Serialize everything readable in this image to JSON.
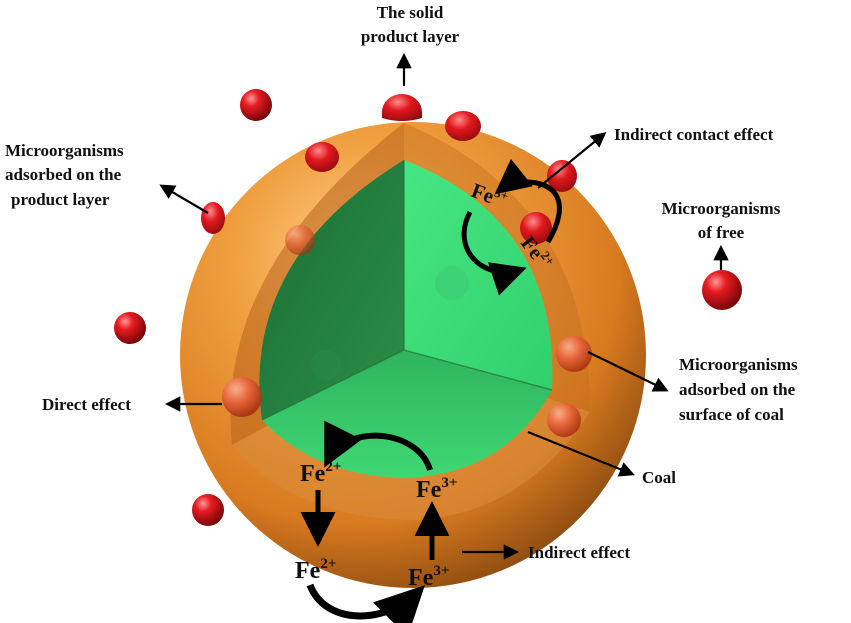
{
  "labels": {
    "solid_product_layer": [
      "The solid",
      "product layer"
    ],
    "indirect_contact_effect": "Indirect contact effect",
    "micro_adsorbed_product": [
      "Microorganisms",
      "adsorbed on the",
      "product layer"
    ],
    "micro_free": [
      "Microorganisms",
      "of free"
    ],
    "micro_adsorbed_surface": [
      "Microorganisms",
      "adsorbed on the",
      "surface of coal"
    ],
    "direct_effect": "Direct effect",
    "coal": "Coal",
    "indirect_effect": "Indirect effect"
  },
  "ions": {
    "fe_base": "Fe",
    "fe2_charge": "2+",
    "fe3_charge": "3+"
  },
  "colors": {
    "shell_orange": "#e8862a",
    "shell_light": "#f6b565",
    "shell_dark": "#8a4a10",
    "coal_green_light": "#3ee079",
    "coal_green_mid": "#2bbd5f",
    "coal_green_dark": "#1f7a3c",
    "microorganism_red": "#d9141a",
    "arrow": "#000000"
  }
}
